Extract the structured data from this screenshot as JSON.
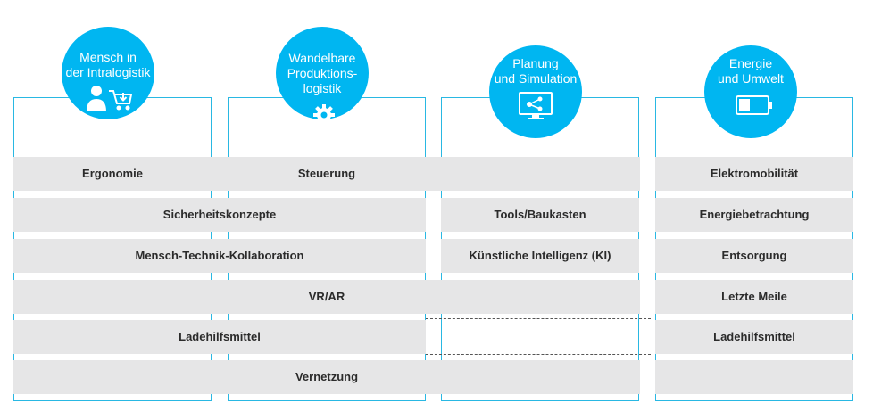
{
  "columns": [
    {
      "title": "Mensch in\nder Intralogistik",
      "icon": "person-cart-icon"
    },
    {
      "title": "Wandelbare\nProduktions-\nlogistik",
      "icon": "gear-icon"
    },
    {
      "title": "Planung\nund Simulation",
      "icon": "monitor-network-icon"
    },
    {
      "title": "Energie\nund Umwelt",
      "icon": "battery-icon"
    }
  ],
  "rows": {
    "ergonomie": "Ergonomie",
    "steuerung": "Steuerung",
    "elektromobilitaet": "Elektromobilität",
    "sicherheitskonzepte": "Sicherheitskonzepte",
    "tools": "Tools/Baukasten",
    "energiebetrachtung": "Energiebetrachtung",
    "mtk": "Mensch-Technik-Kollaboration",
    "ki": "Künstliche Intelligenz (KI)",
    "entsorgung": "Entsorgung",
    "vrar": "VR/AR",
    "letzte_meile": "Letzte Meile",
    "ladehilfsmittel_left": "Ladehilfsmittel",
    "ladehilfsmittel_right": "Ladehilfsmittel",
    "vernetzung": "Vernetzung"
  },
  "colors": {
    "accent": "#00b6f1",
    "border": "#29b8e3",
    "band": "#e6e6e7"
  }
}
